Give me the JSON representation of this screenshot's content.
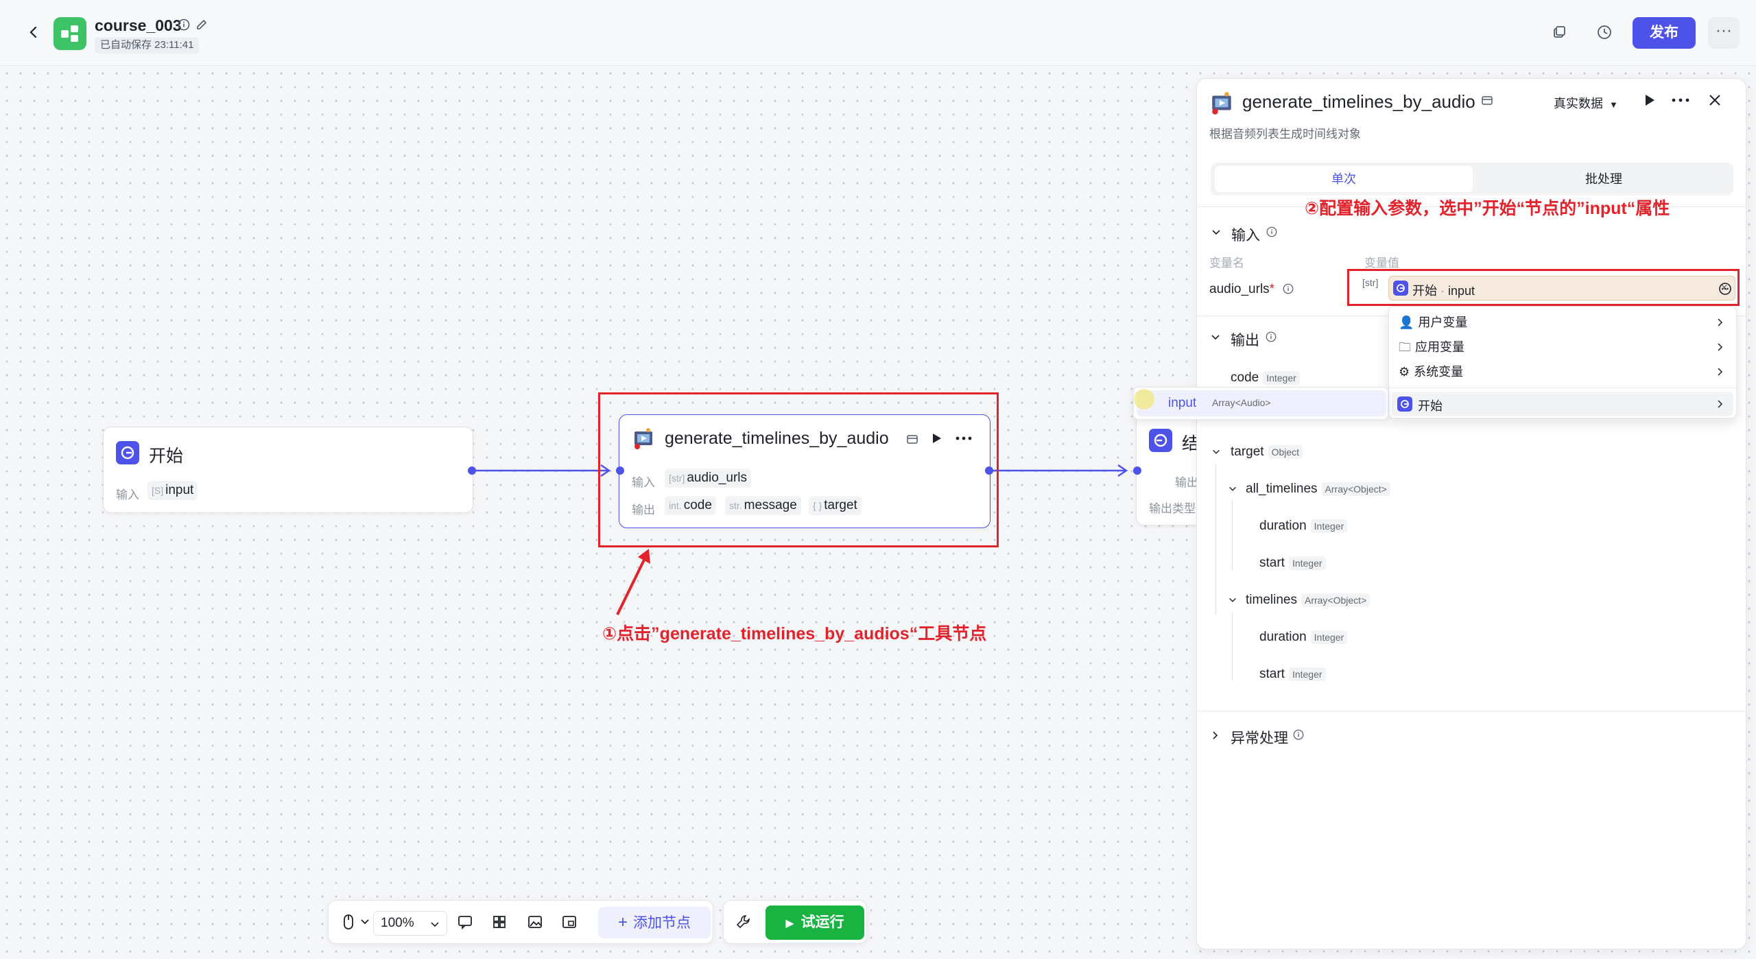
{
  "header": {
    "project_title": "course_003",
    "autosave": "已自动保存 23:11:41",
    "publish": "发布",
    "more": "···"
  },
  "nodes": {
    "start": {
      "title": "开始",
      "input_label": "输入",
      "input_type": "[S]",
      "input_name": "input"
    },
    "tool": {
      "title": "generate_timelines_by_audio",
      "input_label": "输入",
      "input_type": "[str]",
      "input_name": "audio_urls",
      "output_label": "输出",
      "outputs": [
        {
          "type": "int.",
          "name": "code"
        },
        {
          "type": "str.",
          "name": "message"
        },
        {
          "type": "{ }",
          "name": "target"
        }
      ]
    },
    "end": {
      "title": "结",
      "output_label": "输出",
      "output_type_label": "输出类型"
    }
  },
  "annotations": {
    "step1": "①点击”generate_timelines_by_audios“工具节点",
    "step2": "②配置输入参数，选中”开始“节点的”input“属性"
  },
  "toolbar": {
    "zoom": "100%",
    "add_node": "添加节点",
    "test_run": "试运行"
  },
  "panel": {
    "title": "generate_timelines_by_audio",
    "subtitle": "根据音频列表生成时间线对象",
    "data_mode": "真实数据",
    "tabs": [
      "单次",
      "批处理"
    ],
    "input_section": "输入",
    "col_var_name": "变量名",
    "col_var_value": "变量值",
    "field_name": "audio_urls",
    "required_mark": "*",
    "field_type": "[str]",
    "value_node": "开始",
    "value_sep": " · ",
    "value_attr": "input",
    "value_clear": "×",
    "output_section": "输出",
    "outputs": {
      "code": {
        "name": "code",
        "type": "Integer"
      },
      "target": {
        "name": "target",
        "type": "Object"
      },
      "all_timelines": {
        "name": "all_timelines",
        "type": "Array<Object>"
      },
      "all_duration": {
        "name": "duration",
        "type": "Integer"
      },
      "all_start": {
        "name": "start",
        "type": "Integer"
      },
      "timelines": {
        "name": "timelines",
        "type": "Array<Object>"
      },
      "tl_duration": {
        "name": "duration",
        "type": "Integer"
      },
      "tl_start": {
        "name": "start",
        "type": "Integer"
      }
    },
    "exception_section": "异常处理"
  },
  "dropdown": {
    "items": [
      "用户变量",
      "应用变量",
      "系统变量",
      "开始"
    ],
    "sub_item": {
      "name": "input",
      "type": "Array<Audio>"
    }
  },
  "colors": {
    "primary": "#4d53e8",
    "success": "#19b342",
    "annotation": "#e3232c",
    "logo": "#3ec266"
  }
}
